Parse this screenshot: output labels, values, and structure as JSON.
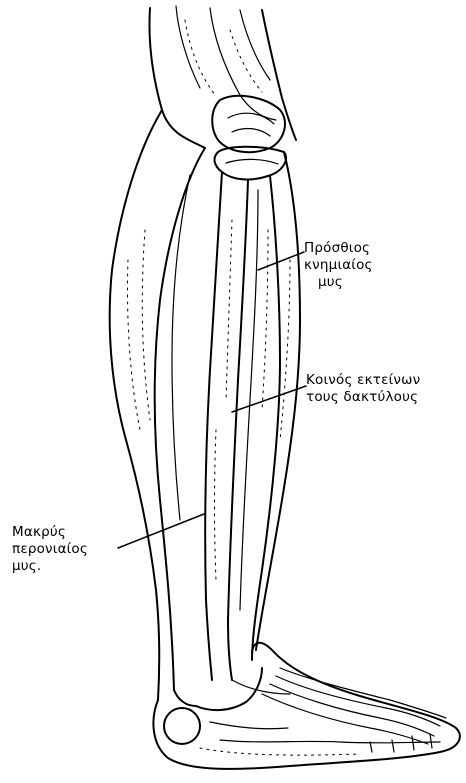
{
  "labels": {
    "tibialis_anterior": [
      "Πρόσθιος",
      "κνημιαίος",
      "μυς"
    ],
    "extensor_digitorum": [
      "Κοινός εκτείνων",
      "τους δακτύλους"
    ],
    "peroneus_longus": [
      "Μακρύς",
      "περονιαίος",
      "μυς."
    ]
  }
}
